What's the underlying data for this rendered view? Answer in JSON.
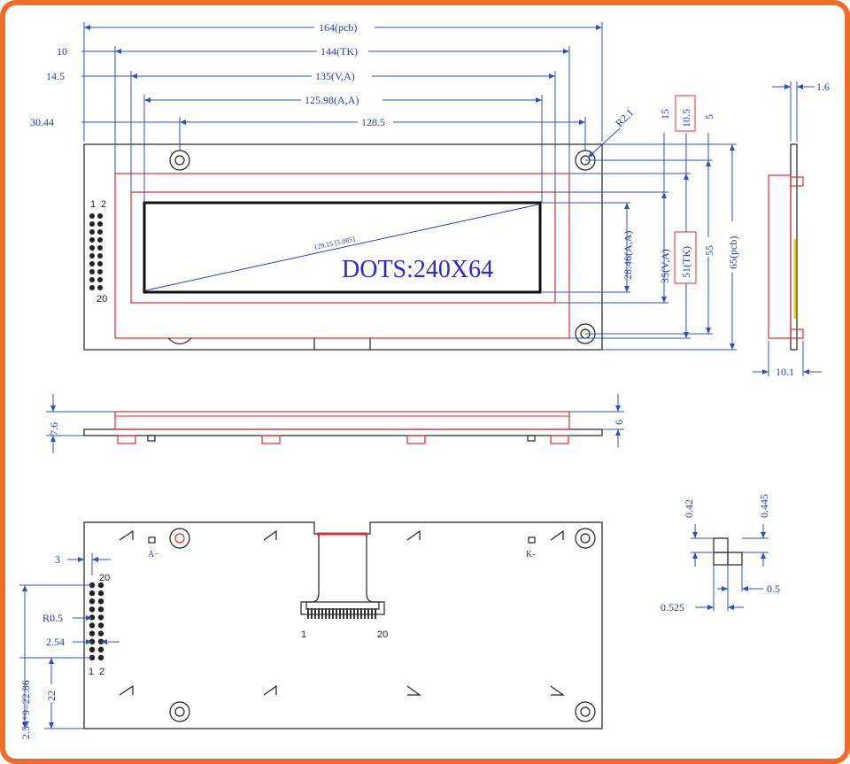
{
  "front_view": {
    "dims_top": {
      "pcb_width": "164(pcb)",
      "tk_width": "144(TK)",
      "va_width": "135(V,A)",
      "aa_width": "125.98(A,A)",
      "hole_pitch": "128.5",
      "off_10": "10",
      "off_14_5": "14.5",
      "off_30_44": "30.44",
      "radius": "R2.1"
    },
    "dims_right": {
      "d15": "15",
      "d10_5": "10.5",
      "d5": "5",
      "aa_height": "28.46(A,A)",
      "va_height": "35(V,A)",
      "tk_height": "51(TK)",
      "hole_vpitch": "55",
      "pcb_height": "65(pcb)"
    },
    "diagonal": "129.15 [5.085]",
    "dots_label": "DOTS:240X64",
    "pin_1": "1",
    "pin_2": "2",
    "pin_20": "20"
  },
  "side_view": {
    "d1_6": "1.6",
    "d10_1": "10.1"
  },
  "bottom_view": {
    "d7_6": "7.6",
    "d6": "6"
  },
  "back_view": {
    "d3": "3",
    "pin_20": "20",
    "r0_5": "R0.5",
    "d2_54": "2.54",
    "pin_1": "1",
    "pin_2": "2",
    "d22": "22",
    "pitch_total": "2.54*9=22.86",
    "anode": "A−",
    "cathode": "K-",
    "fpc_1": "1",
    "fpc_20": "20"
  },
  "detail_view": {
    "d0_42": "0.42",
    "d0_445": "0.445",
    "d0_5": "0.5",
    "d0_525": "0.525"
  }
}
